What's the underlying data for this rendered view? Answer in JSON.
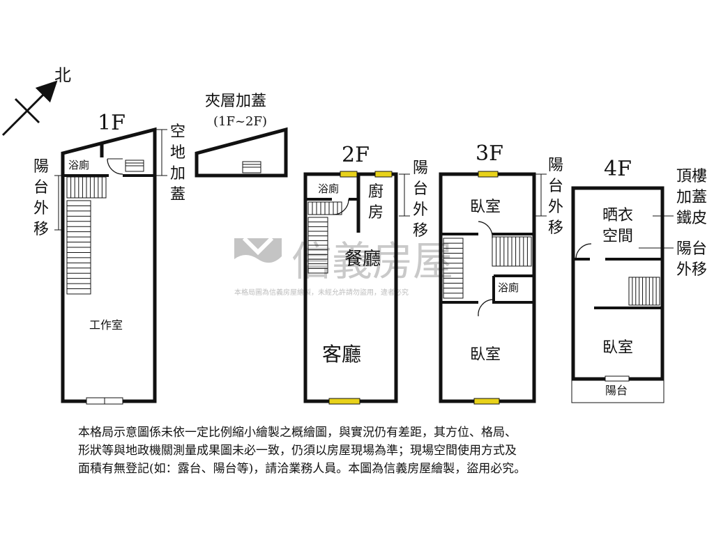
{
  "compass": {
    "north_label": "北"
  },
  "floors": {
    "f1": {
      "title": "1F",
      "notes": {
        "empty_land_addition": [
          "空",
          "地",
          "加",
          "蓋"
        ],
        "balcony_moved_out": [
          "陽",
          "台",
          "外",
          "移"
        ]
      },
      "rooms": {
        "bathroom": "浴廁",
        "studio": "工作室"
      }
    },
    "mezzanine": {
      "title_line1": "夾層加蓋",
      "title_line2": "(1F~2F)"
    },
    "f2": {
      "title": "2F",
      "notes": {
        "balcony_moved_out": [
          "陽",
          "台",
          "外",
          "移"
        ]
      },
      "rooms": {
        "bathroom": "浴廁",
        "kitchen": [
          "廚",
          "房"
        ],
        "dining": "餐廳",
        "living": "客廳"
      }
    },
    "f3": {
      "title": "3F",
      "notes": {
        "balcony_moved_out": [
          "陽",
          "台",
          "外",
          "移"
        ]
      },
      "rooms": {
        "bedroom_top": "臥室",
        "bathroom": "浴廁",
        "bedroom_bottom": "臥室"
      }
    },
    "f4": {
      "title": "4F",
      "notes": {
        "rooftop_addition": [
          "頂樓",
          "加蓋",
          "鐵皮"
        ],
        "balcony_moved_out": [
          "陽台",
          "外移"
        ]
      },
      "rooms": {
        "drying_line1": "晒衣",
        "drying_line2": "空間",
        "bedroom": "臥室",
        "balcony": "陽台"
      }
    }
  },
  "watermark": {
    "brand": "信義房屋",
    "notice": "本格局圖為信義房屋繪製，未經允許請勿盜用，違者必究"
  },
  "disclaimer": [
    "本格局示意圖係未依一定比例縮小繪製之概繪圖，與實況仍有差距，其方位、格局、",
    "形狀等與地政機關測量成果圖未必一致，仍須以房屋現場為準；現場空間使用方式及",
    "面積有無登記(如：露台、陽台等)，請洽業務人員。本圖為信義房屋繪製，盜用必究。"
  ],
  "colors": {
    "wall": "#111111",
    "window": "#e8d21a",
    "watermark": "#bdbdbd"
  }
}
